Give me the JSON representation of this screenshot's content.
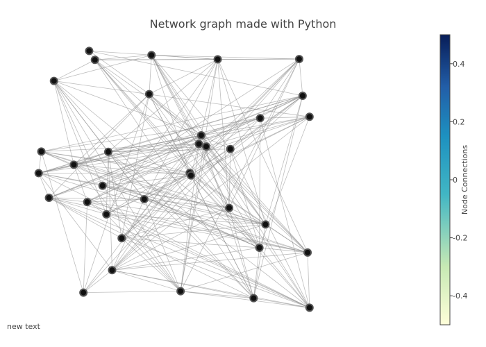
{
  "chart_data": {
    "type": "scatter",
    "title": "Network graph made with Python",
    "annotation": "new text",
    "colorbar": {
      "title": "Node Connections",
      "tick_labels": [
        "0.4",
        "0.2",
        "0",
        "-0.2",
        "-0.4"
      ],
      "tick_values": [
        0.4,
        0.2,
        0,
        -0.2,
        -0.4
      ],
      "range": [
        -0.5,
        0.5
      ],
      "colors": [
        "#FFFFD9",
        "#C7E9B4",
        "#41B6C4",
        "#1D91C0",
        "#225EA8",
        "#081D58"
      ]
    },
    "xlim": [
      0,
      1
    ],
    "ylim": [
      0,
      1
    ],
    "grid": false,
    "nodes": [
      {
        "x": 0.175,
        "y": 0.962
      },
      {
        "x": 0.19,
        "y": 0.93
      },
      {
        "x": 0.083,
        "y": 0.855
      },
      {
        "x": 0.338,
        "y": 0.947
      },
      {
        "x": 0.511,
        "y": 0.932
      },
      {
        "x": 0.724,
        "y": 0.933
      },
      {
        "x": 0.733,
        "y": 0.802
      },
      {
        "x": 0.751,
        "y": 0.727
      },
      {
        "x": 0.332,
        "y": 0.808
      },
      {
        "x": 0.622,
        "y": 0.722
      },
      {
        "x": 0.468,
        "y": 0.661
      },
      {
        "x": 0.462,
        "y": 0.63
      },
      {
        "x": 0.481,
        "y": 0.621
      },
      {
        "x": 0.544,
        "y": 0.612
      },
      {
        "x": 0.05,
        "y": 0.603
      },
      {
        "x": 0.225,
        "y": 0.602
      },
      {
        "x": 0.135,
        "y": 0.556
      },
      {
        "x": 0.043,
        "y": 0.526
      },
      {
        "x": 0.438,
        "y": 0.527
      },
      {
        "x": 0.441,
        "y": 0.518
      },
      {
        "x": 0.21,
        "y": 0.481
      },
      {
        "x": 0.07,
        "y": 0.438
      },
      {
        "x": 0.319,
        "y": 0.433
      },
      {
        "x": 0.17,
        "y": 0.423
      },
      {
        "x": 0.541,
        "y": 0.402
      },
      {
        "x": 0.22,
        "y": 0.379
      },
      {
        "x": 0.636,
        "y": 0.343
      },
      {
        "x": 0.26,
        "y": 0.294
      },
      {
        "x": 0.62,
        "y": 0.26
      },
      {
        "x": 0.746,
        "y": 0.243
      },
      {
        "x": 0.235,
        "y": 0.18
      },
      {
        "x": 0.16,
        "y": 0.1
      },
      {
        "x": 0.414,
        "y": 0.105
      },
      {
        "x": 0.605,
        "y": 0.08
      },
      {
        "x": 0.751,
        "y": 0.046
      }
    ],
    "edges": [
      [
        0,
        1
      ],
      [
        0,
        4
      ],
      [
        0,
        6
      ],
      [
        0,
        8
      ],
      [
        1,
        2
      ],
      [
        1,
        3
      ],
      [
        1,
        4
      ],
      [
        1,
        5
      ],
      [
        1,
        10
      ],
      [
        1,
        18
      ],
      [
        1,
        24
      ],
      [
        1,
        28
      ],
      [
        1,
        29
      ],
      [
        1,
        33
      ],
      [
        2,
        3
      ],
      [
        2,
        7
      ],
      [
        2,
        10
      ],
      [
        2,
        15
      ],
      [
        2,
        16
      ],
      [
        2,
        20
      ],
      [
        2,
        22
      ],
      [
        2,
        25
      ],
      [
        2,
        28
      ],
      [
        2,
        32
      ],
      [
        2,
        33
      ],
      [
        3,
        4
      ],
      [
        3,
        5
      ],
      [
        3,
        8
      ],
      [
        3,
        11
      ],
      [
        3,
        13
      ],
      [
        3,
        18
      ],
      [
        3,
        24
      ],
      [
        3,
        26
      ],
      [
        3,
        28
      ],
      [
        3,
        34
      ],
      [
        4,
        5
      ],
      [
        4,
        8
      ],
      [
        4,
        11
      ],
      [
        4,
        15
      ],
      [
        4,
        22
      ],
      [
        4,
        24
      ],
      [
        4,
        25
      ],
      [
        4,
        26
      ],
      [
        4,
        29
      ],
      [
        4,
        32
      ],
      [
        5,
        6
      ],
      [
        5,
        9
      ],
      [
        5,
        12
      ],
      [
        5,
        18
      ],
      [
        5,
        20
      ],
      [
        5,
        24
      ],
      [
        5,
        27
      ],
      [
        5,
        30
      ],
      [
        5,
        32
      ],
      [
        6,
        10
      ],
      [
        6,
        11
      ],
      [
        6,
        13
      ],
      [
        6,
        14
      ],
      [
        6,
        15
      ],
      [
        6,
        17
      ],
      [
        6,
        19
      ],
      [
        6,
        21
      ],
      [
        6,
        23
      ],
      [
        6,
        26
      ],
      [
        6,
        27
      ],
      [
        6,
        30
      ],
      [
        6,
        33
      ],
      [
        7,
        9
      ],
      [
        7,
        12
      ],
      [
        7,
        15
      ],
      [
        7,
        17
      ],
      [
        7,
        20
      ],
      [
        7,
        22
      ],
      [
        7,
        25
      ],
      [
        7,
        28
      ],
      [
        7,
        30
      ],
      [
        8,
        10
      ],
      [
        8,
        12
      ],
      [
        8,
        16
      ],
      [
        8,
        19
      ],
      [
        8,
        21
      ],
      [
        8,
        24
      ],
      [
        8,
        27
      ],
      [
        8,
        29
      ],
      [
        8,
        31
      ],
      [
        8,
        33
      ],
      [
        9,
        10
      ],
      [
        9,
        14
      ],
      [
        9,
        17
      ],
      [
        9,
        21
      ],
      [
        9,
        25
      ],
      [
        9,
        28
      ],
      [
        9,
        30
      ],
      [
        9,
        34
      ],
      [
        10,
        11
      ],
      [
        10,
        12
      ],
      [
        10,
        13
      ],
      [
        10,
        15
      ],
      [
        10,
        16
      ],
      [
        10,
        17
      ],
      [
        10,
        20
      ],
      [
        10,
        21
      ],
      [
        10,
        22
      ],
      [
        10,
        23
      ],
      [
        10,
        26
      ],
      [
        10,
        29
      ],
      [
        10,
        31
      ],
      [
        10,
        33
      ],
      [
        11,
        14
      ],
      [
        11,
        16
      ],
      [
        11,
        19
      ],
      [
        11,
        24
      ],
      [
        11,
        27
      ],
      [
        11,
        30
      ],
      [
        11,
        32
      ],
      [
        11,
        34
      ],
      [
        12,
        15
      ],
      [
        12,
        17
      ],
      [
        12,
        21
      ],
      [
        12,
        23
      ],
      [
        12,
        26
      ],
      [
        12,
        29
      ],
      [
        12,
        32
      ],
      [
        13,
        15
      ],
      [
        13,
        18
      ],
      [
        13,
        24
      ],
      [
        13,
        28
      ],
      [
        13,
        34
      ],
      [
        14,
        16
      ],
      [
        14,
        17
      ],
      [
        14,
        18
      ],
      [
        14,
        19
      ],
      [
        14,
        24
      ],
      [
        14,
        26
      ],
      [
        14,
        28
      ],
      [
        14,
        31
      ],
      [
        15,
        16
      ],
      [
        15,
        17
      ],
      [
        15,
        18
      ],
      [
        15,
        22
      ],
      [
        15,
        25
      ],
      [
        15,
        27
      ],
      [
        15,
        30
      ],
      [
        15,
        33
      ],
      [
        15,
        34
      ],
      [
        16,
        17
      ],
      [
        16,
        19
      ],
      [
        16,
        23
      ],
      [
        16,
        26
      ],
      [
        16,
        28
      ],
      [
        16,
        32
      ],
      [
        17,
        18
      ],
      [
        17,
        20
      ],
      [
        17,
        21
      ],
      [
        17,
        24
      ],
      [
        17,
        29
      ],
      [
        17,
        30
      ],
      [
        17,
        34
      ],
      [
        18,
        19
      ],
      [
        18,
        22
      ],
      [
        18,
        25
      ],
      [
        18,
        27
      ],
      [
        18,
        29
      ],
      [
        18,
        33
      ],
      [
        19,
        20
      ],
      [
        19,
        23
      ],
      [
        19,
        26
      ],
      [
        19,
        28
      ],
      [
        19,
        31
      ],
      [
        19,
        34
      ],
      [
        20,
        22
      ],
      [
        20,
        24
      ],
      [
        20,
        26
      ],
      [
        20,
        29
      ],
      [
        20,
        32
      ],
      [
        21,
        22
      ],
      [
        21,
        23
      ],
      [
        21,
        25
      ],
      [
        21,
        27
      ],
      [
        21,
        29
      ],
      [
        21,
        33
      ],
      [
        21,
        34
      ],
      [
        22,
        23
      ],
      [
        22,
        24
      ],
      [
        22,
        26
      ],
      [
        22,
        28
      ],
      [
        22,
        30
      ],
      [
        22,
        32
      ],
      [
        23,
        25
      ],
      [
        23,
        26
      ],
      [
        23,
        29
      ],
      [
        23,
        31
      ],
      [
        23,
        34
      ],
      [
        24,
        26
      ],
      [
        24,
        27
      ],
      [
        24,
        28
      ],
      [
        24,
        30
      ],
      [
        24,
        33
      ],
      [
        25,
        26
      ],
      [
        25,
        29
      ],
      [
        25,
        32
      ],
      [
        25,
        34
      ],
      [
        26,
        27
      ],
      [
        26,
        29
      ],
      [
        26,
        30
      ],
      [
        26,
        33
      ],
      [
        27,
        28
      ],
      [
        27,
        32
      ],
      [
        27,
        34
      ],
      [
        28,
        29
      ],
      [
        28,
        30
      ],
      [
        28,
        33
      ],
      [
        28,
        34
      ],
      [
        29,
        30
      ],
      [
        29,
        32
      ],
      [
        29,
        34
      ],
      [
        30,
        31
      ],
      [
        30,
        32
      ],
      [
        30,
        33
      ],
      [
        30,
        34
      ],
      [
        31,
        32
      ],
      [
        32,
        33
      ],
      [
        32,
        34
      ],
      [
        33,
        34
      ]
    ]
  }
}
